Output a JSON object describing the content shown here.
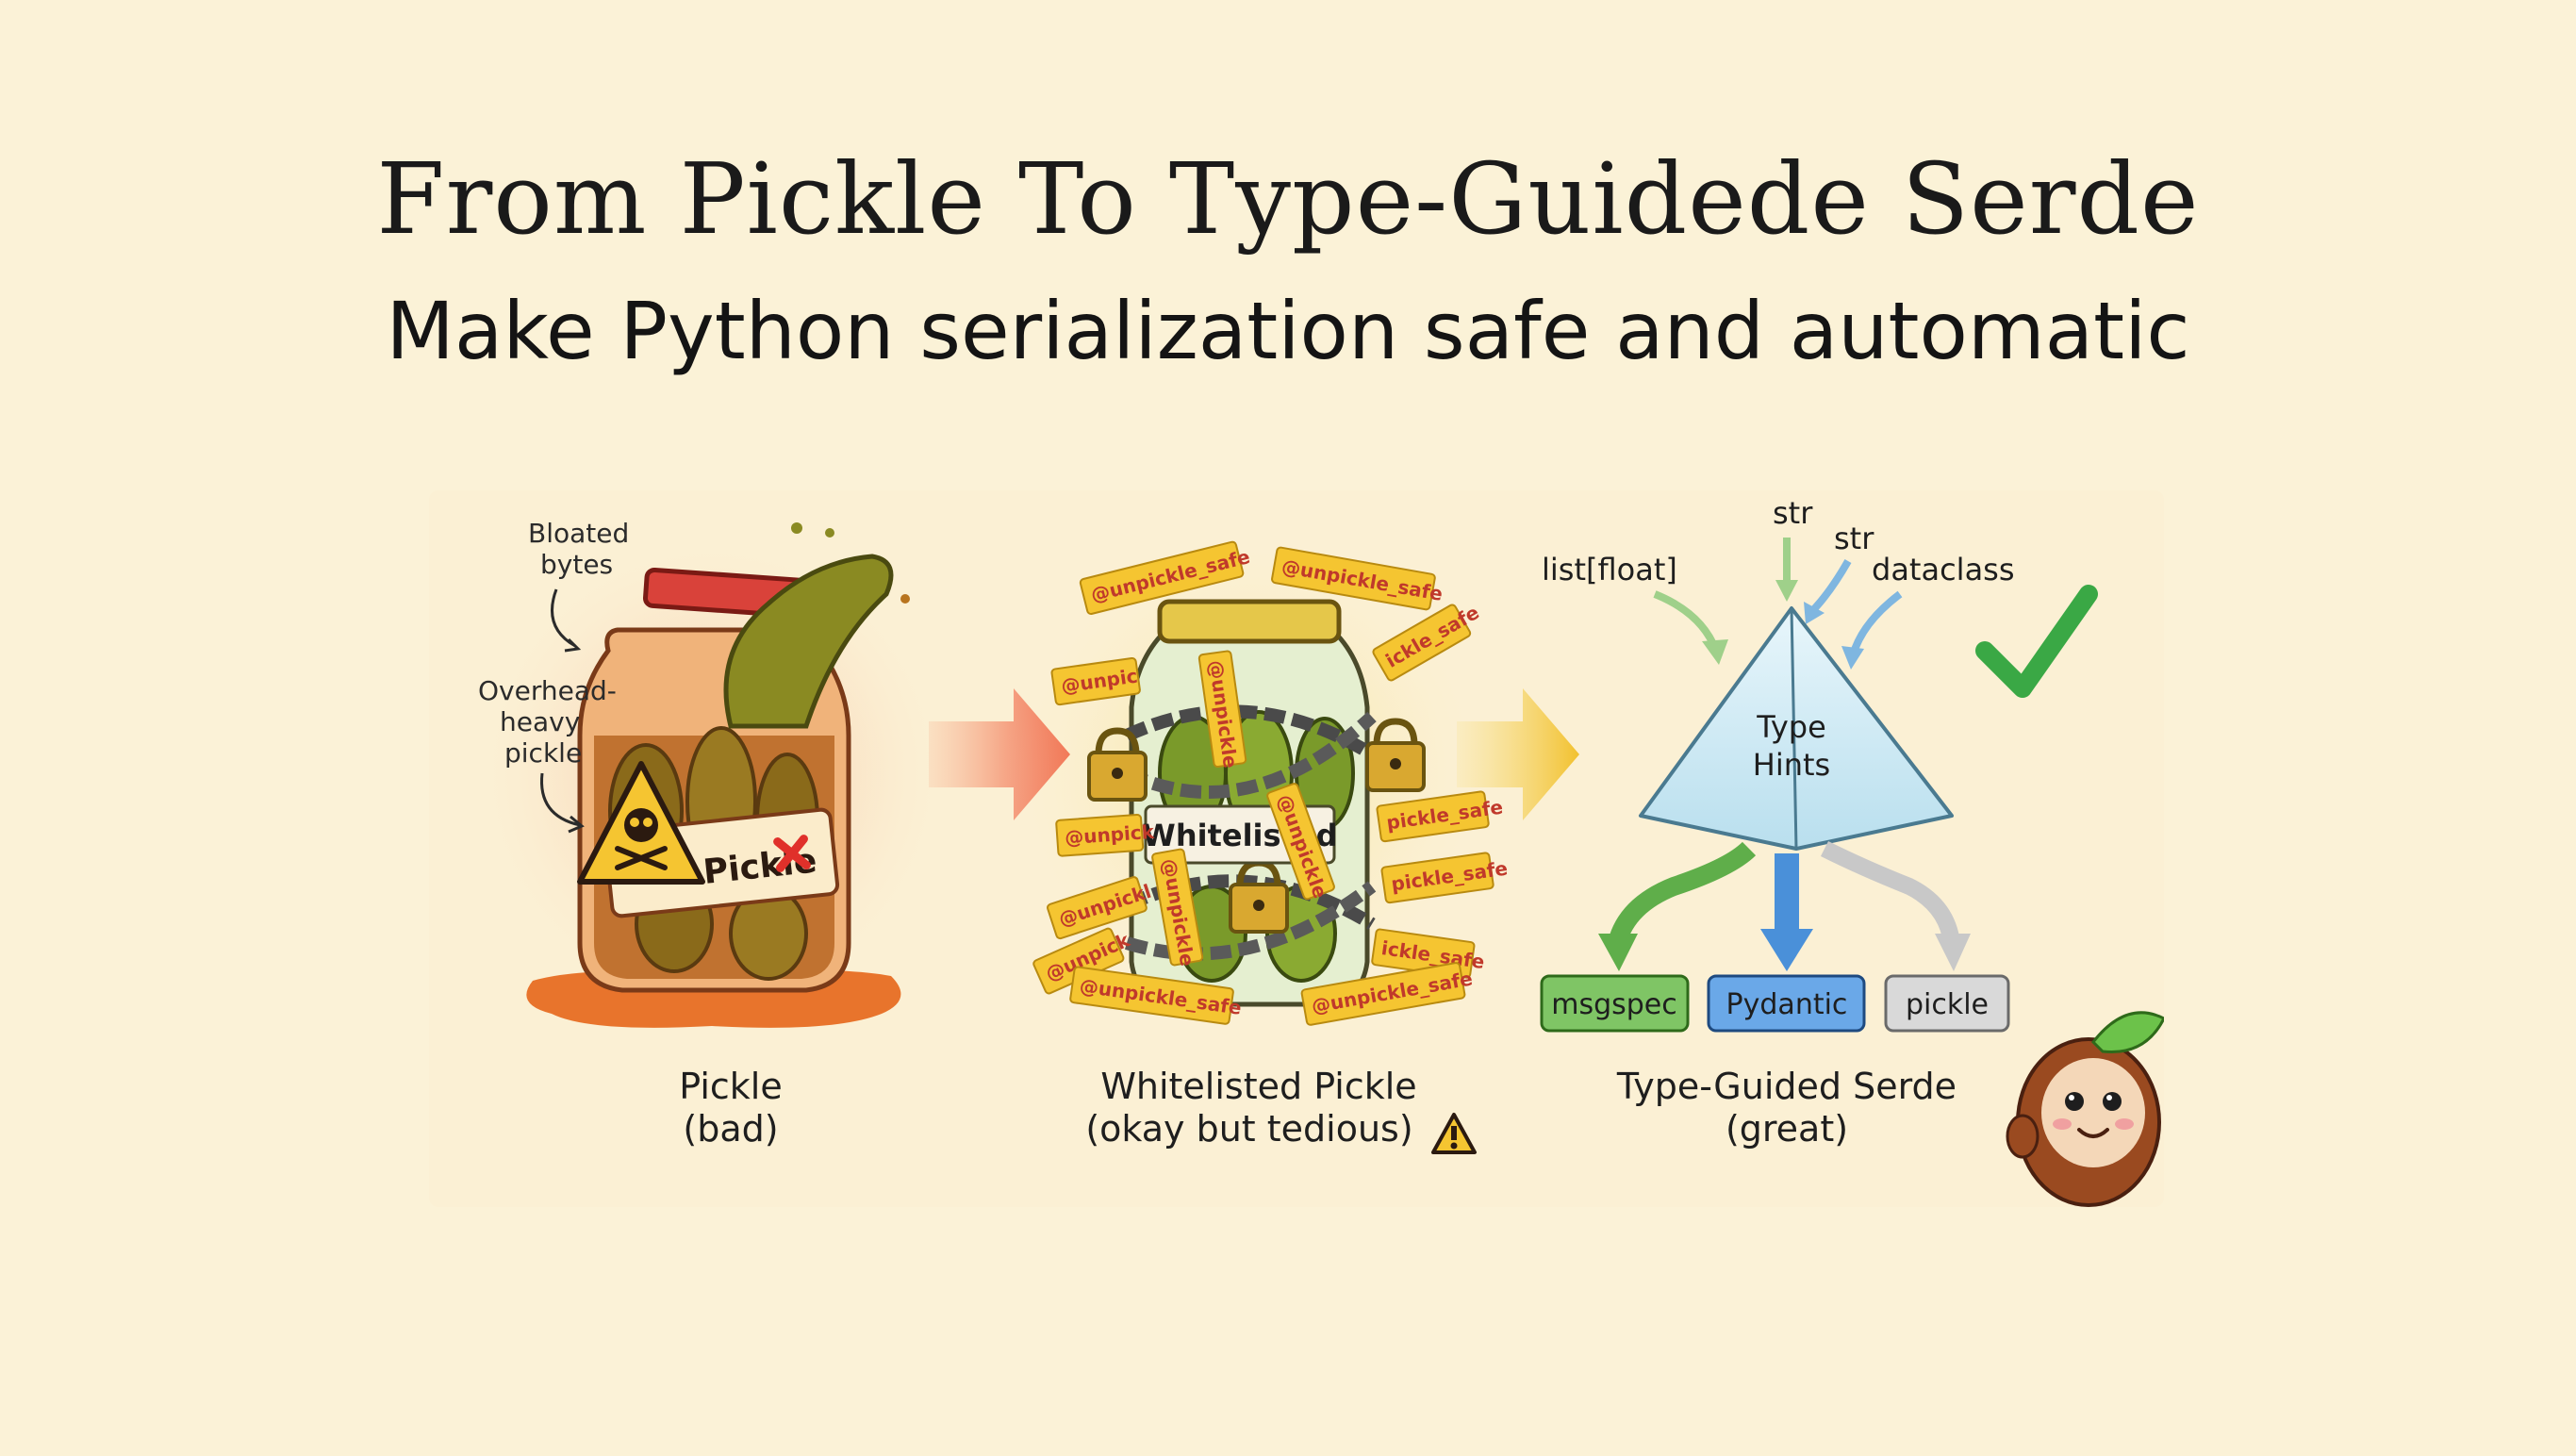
{
  "header": {
    "title": "From Pickle To Type-Guidede Serde",
    "subtitle": "Make Python serialization safe and automatic"
  },
  "panels": [
    {
      "id": "pickle",
      "caption": "Pickle",
      "verdict": "(bad)",
      "annotations": {
        "bloated": "Bloated\nbytes",
        "overhead": "Overhead-\nheavy\npickle"
      },
      "jar_label": "Pickle"
    },
    {
      "id": "whitelisted",
      "caption": "Whitelisted Pickle",
      "verdict": "(okay but tedious)",
      "jar_label": "Whitelisted",
      "tag_text": "@unpickle_safe"
    },
    {
      "id": "type-guided",
      "caption": "Type-Guided Serde",
      "verdict": "(great)",
      "prism_label": "Type\nHints",
      "inputs": [
        "list[float]",
        "str",
        "str",
        "dataclass"
      ],
      "outputs": [
        {
          "label": "msgspec",
          "color": "#5fae4a"
        },
        {
          "label": "Pydantic",
          "color": "#4a90d9"
        },
        {
          "label": "pickle",
          "color": "#c8c8c8"
        }
      ]
    }
  ],
  "colors": {
    "background": "#fbf2d7",
    "tag_yellow": "#f5c531",
    "tag_text": "#c0392b",
    "check_green": "#3aa845",
    "arrow_red": "#ef5a3c",
    "arrow_yellow": "#f2c12e"
  }
}
